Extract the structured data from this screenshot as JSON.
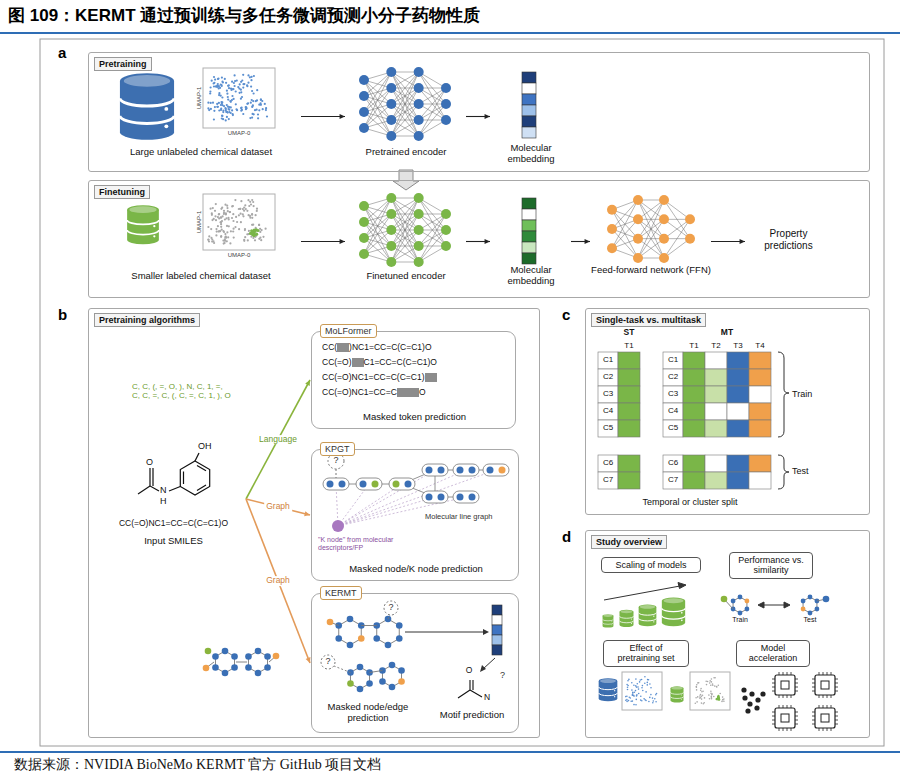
{
  "diagram": {
    "title": "图 109：KERMT 通过预训练与多任务微调预测小分子药物性质",
    "caption": "数据来源：NVIDIA BioNeMo KERMT 官方 GitHub 项目文档",
    "nodes": [
      {
        "text": [
          "Pretraining"
        ]
      },
      {
        "text": [
          "Large unlabeled chemical dataset"
        ],
        "in": 0
      },
      {
        "text": [
          "Pretrained encoder"
        ],
        "in": 0
      },
      {
        "text": [
          "Molecular embedding"
        ],
        "in": 0
      },
      {
        "text": [
          "Finetuning"
        ]
      },
      {
        "text": [
          "Smaller labeled chemical dataset"
        ],
        "in": 4
      },
      {
        "text": [
          "Finetuned encoder"
        ],
        "in": 4
      },
      {
        "text": [
          "Molecular embedding"
        ],
        "in": 4
      },
      {
        "text": [
          "Feed-forward network (FFN)"
        ],
        "in": 4
      },
      {
        "text": [
          "Property predictions"
        ],
        "in": 4
      },
      {
        "text": [
          "Pretraining algorithms"
        ]
      },
      {
        "text": [
          "CC(=O)NC1=CC=C(C=C1)O",
          "Input SMILES"
        ],
        "in": 10
      },
      {
        "text": [
          "MoLFormer",
          "Masked token prediction"
        ],
        "in": 10
      },
      {
        "text": [
          "KPGT",
          "Masked node/K node prediction"
        ],
        "in": 10
      },
      {
        "text": [
          "KERMT",
          "Masked node/edge prediction",
          "Motif prediction"
        ],
        "in": 10
      },
      {
        "text": [
          "Single-task vs. multitask"
        ]
      },
      {
        "text": [
          "Study overview"
        ]
      },
      {
        "text": [
          "Scaling of models"
        ],
        "in": 16
      },
      {
        "text": [
          "Performance vs. similarity"
        ],
        "in": 16
      },
      {
        "text": [
          "Effect of pretraining set"
        ],
        "in": 16
      },
      {
        "text": [
          "Model acceleration"
        ],
        "in": 16
      }
    ],
    "edges": [
      {
        "from": 1,
        "to": 2,
        "arrow": "to"
      },
      {
        "from": 2,
        "to": 3,
        "arrow": "to"
      },
      {
        "from": 2,
        "to": 6,
        "arrow": "to"
      },
      {
        "from": 5,
        "to": 6,
        "arrow": "to"
      },
      {
        "from": 6,
        "to": 7,
        "arrow": "to"
      },
      {
        "from": 7,
        "to": 8,
        "arrow": "to"
      },
      {
        "from": 8,
        "to": 9,
        "arrow": "to"
      },
      {
        "from": 11,
        "to": 12,
        "label": "Language",
        "arrow": "to"
      },
      {
        "from": 11,
        "to": 13,
        "label": "Graph",
        "arrow": "to"
      },
      {
        "from": 11,
        "to": 14,
        "label": "Graph",
        "arrow": "to"
      }
    ],
    "labels": [
      "a",
      "UMAP-1",
      "UMAP-0",
      "UMAP-1",
      "UMAP-0",
      "b",
      "C, C, (, =, O, ), N, C, 1, =, C, C, =, C, (, C, =, C, 1, ), O",
      "OH",
      "N",
      "H",
      "O",
      "CC(",
      ")NC1=CC=C(C=C1)O",
      "CC(=O)",
      "C1=CC=C(C=C1)O",
      "CC(=O)NC1=CC=C(C=C1)",
      "CC(=O)NC1=CC=C",
      "O",
      "?",
      "Molecular line graph",
      "\"K node\" from molecular descriptors/FP",
      "?",
      "?",
      "?",
      "O",
      "N",
      "c",
      "ST",
      "T1",
      "MT",
      "T1",
      "T2",
      "T3",
      "T4",
      "C1",
      "C2",
      "C3",
      "C4",
      "C5",
      "C1",
      "C2",
      "C3",
      "C4",
      "C5",
      "Train",
      "C6",
      "C7",
      "C6",
      "C7",
      "Test",
      "Temporal or cluster split",
      "d",
      "Train",
      "Test"
    ]
  }
}
